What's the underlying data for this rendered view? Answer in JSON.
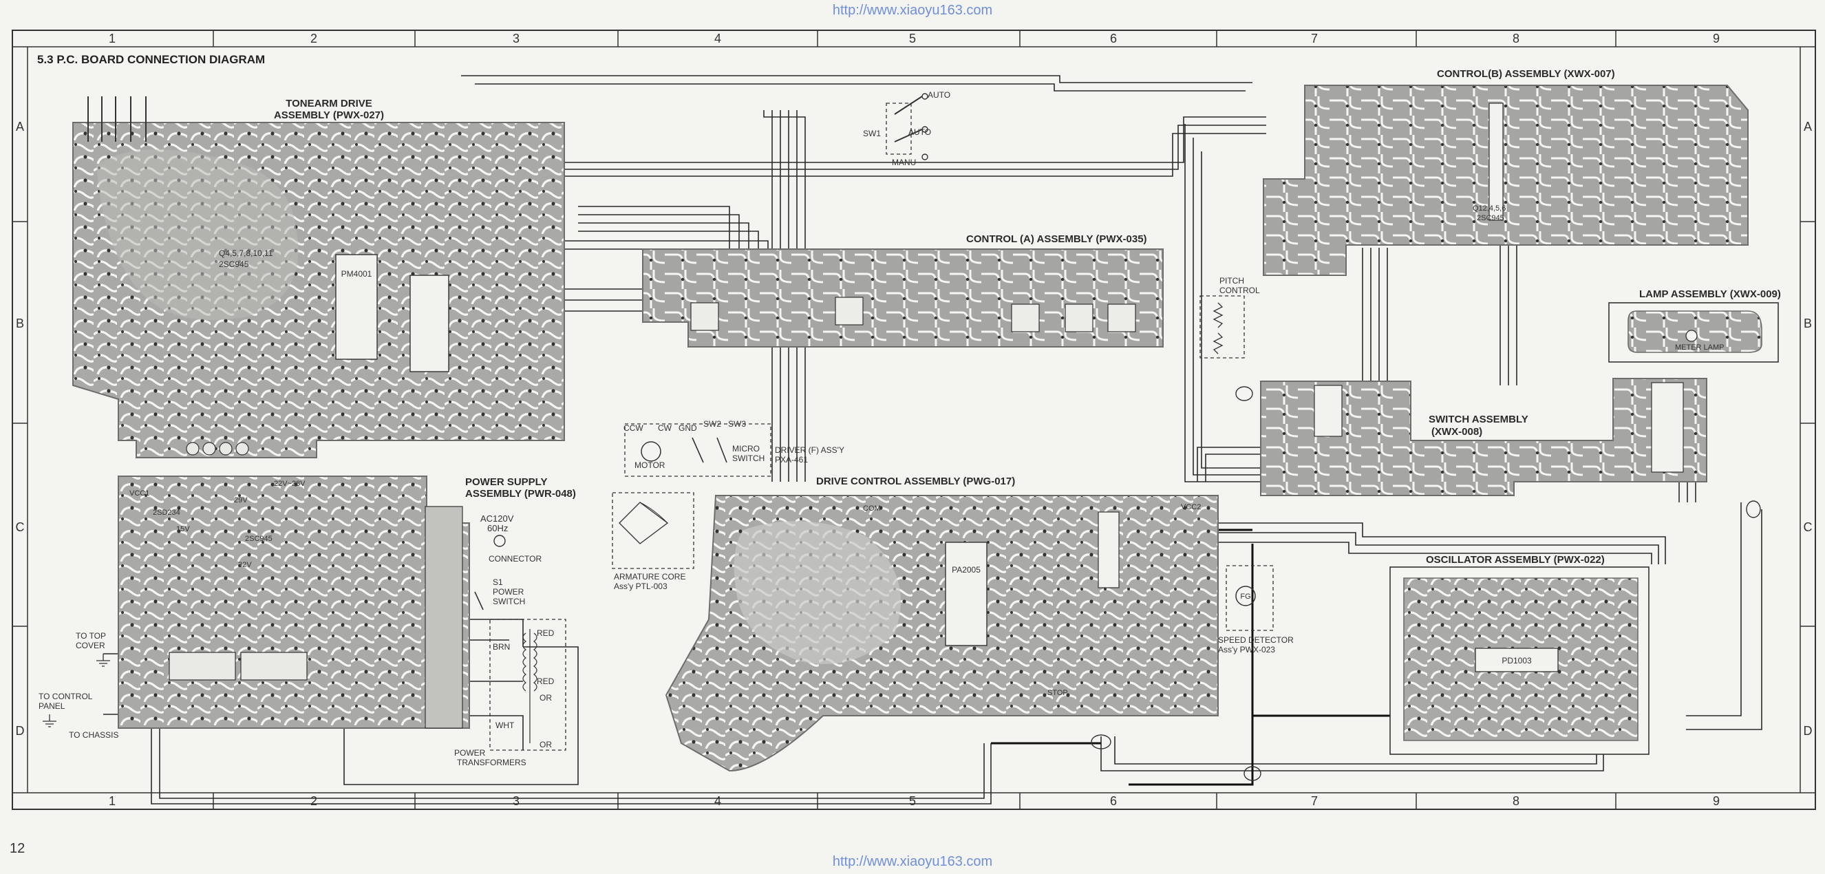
{
  "source_url": "http://www.xiaoyu163.com",
  "page_number": "12",
  "section_title": "5.3  P.C. BOARD CONNECTION DIAGRAM",
  "grid": {
    "columns": [
      "1",
      "2",
      "3",
      "4",
      "5",
      "6",
      "7",
      "8",
      "9"
    ],
    "rows": [
      "A",
      "B",
      "C",
      "D"
    ]
  },
  "assemblies": {
    "tonearm": [
      "TONEARM DRIVE",
      "ASSEMBLY (PWX-027)"
    ],
    "power": [
      "POWER SUPPLY",
      "ASSEMBLY (PWR-048)"
    ],
    "control_a": "CONTROL (A)  ASSEMBLY (PWX-035)",
    "control_b": "CONTROL(B) ASSEMBLY (XWX-007)",
    "lamp": "LAMP ASSEMBLY (XWX-009)",
    "switch": [
      "SWITCH ASSEMBLY",
      "(XWX-008)"
    ],
    "drive": "DRIVE CONTROL ASSEMBLY (PWG-017)",
    "oscillator": "OSCILLATOR ASSEMBLY (PWX-022)"
  },
  "labels": {
    "auto1": "AUTO",
    "auto2": "AUTO",
    "manu": "MANU",
    "sw1": "SW1",
    "ccw": "CCW",
    "cw": "CW",
    "gnd": "GND",
    "sw2": "SW2",
    "sw3": "SW3",
    "motor": "MOTOR",
    "micro_switch": [
      "MICRO",
      "SWITCH"
    ],
    "driver": [
      "DRIVER (F) ASS'Y",
      "PXA-461"
    ],
    "armature": [
      "ARMATURE CORE",
      "Ass'y PTL-003"
    ],
    "ac": [
      "AC120V",
      "60Hz"
    ],
    "connector": "CONNECTOR",
    "power_switch": [
      "S1",
      "POWER",
      "SWITCH"
    ],
    "transformers": [
      "POWER",
      "TRANSFORMERS"
    ],
    "to_top_cover": [
      "TO TOP",
      "COVER"
    ],
    "to_control_panel": [
      "TO CONTROL",
      "PANEL"
    ],
    "to_chassis": "TO CHASSIS",
    "pitch_control": [
      "PITCH",
      "CONTROL"
    ],
    "speed_detector": [
      "SPEED DETECTOR",
      "Ass'y PWX-023"
    ],
    "fg": "FG",
    "meter_lamp": "METER LAMP",
    "brn": "BRN",
    "red1": "RED",
    "red2": "RED",
    "or1": "OR",
    "or2": "OR",
    "wht": "WHT",
    "ic_tonearm": "PM4001",
    "ic_drive": "PA2005",
    "ic_osc": "PD1003",
    "q_tonearm": [
      "Q4,5,7,8,10,11",
      "2SC945"
    ],
    "q_power": [
      "2SD234",
      "2SC945"
    ],
    "q_controlb": [
      "Q12,4,5,6",
      "2SC945"
    ],
    "v_22": "22V~28V",
    "v_29": "29V",
    "v_32": "32V",
    "v_15": "15V",
    "v_vcc1": "VCC1",
    "vcc2": "VCC2",
    "stop": "STOP",
    "com": "COM"
  },
  "palette": {
    "paper": "#f4f4f1",
    "board": "#a9a9a7",
    "trace": "#ffffff",
    "wire": "#2a2a2a",
    "link": "#6f8fd8"
  }
}
